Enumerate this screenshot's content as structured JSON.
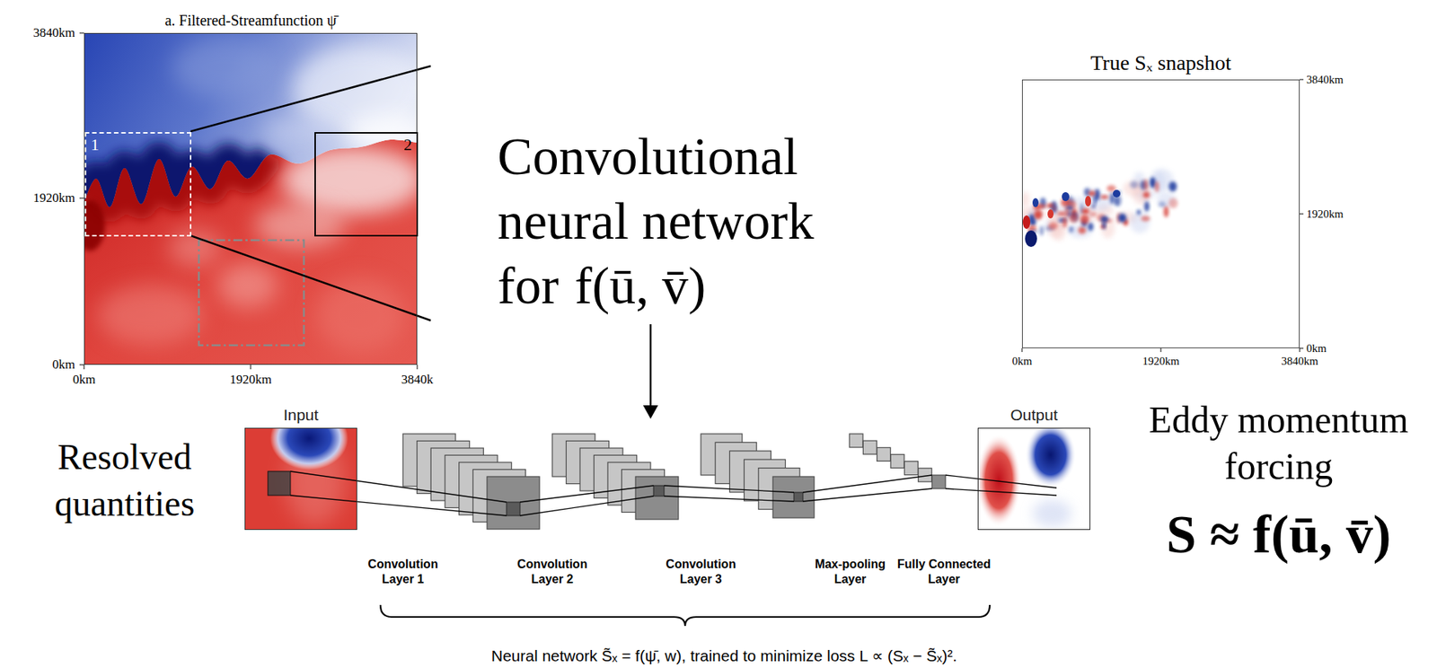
{
  "diagram": {
    "caption": "Neural network S̃ₓ = f(ψ̄, w), trained to minimize loss L ∝ (Sₓ − S̃ₓ)².",
    "nodes": [
      {
        "text": [
          "a. Filtered-Streamfunction ψ̄"
        ]
      },
      {
        "text": [
          "1"
        ],
        "in": 0
      },
      {
        "text": [
          "2"
        ],
        "in": 0
      },
      {
        "text": [
          "True Sₓ snapshot"
        ]
      },
      {
        "text": [
          "Input"
        ]
      },
      {
        "text": [
          "Output"
        ]
      }
    ],
    "labels": [
      "3840km",
      "1920km",
      "0km",
      "0km",
      "1920km",
      "3840k",
      "Convolutional neural network for",
      "f(ū, v̄)",
      "3840km",
      "1920km",
      "0km",
      "0km",
      "1920km",
      "3840km",
      "Resolved quantities",
      "Convolution Layer 1",
      "Convolution Layer 2",
      "Convolution Layer 3",
      "Max-pooling Layer",
      "Fully Connected Layer",
      "Eddy momentum forcing",
      "S ≈ f(ū, v̄)"
    ]
  }
}
